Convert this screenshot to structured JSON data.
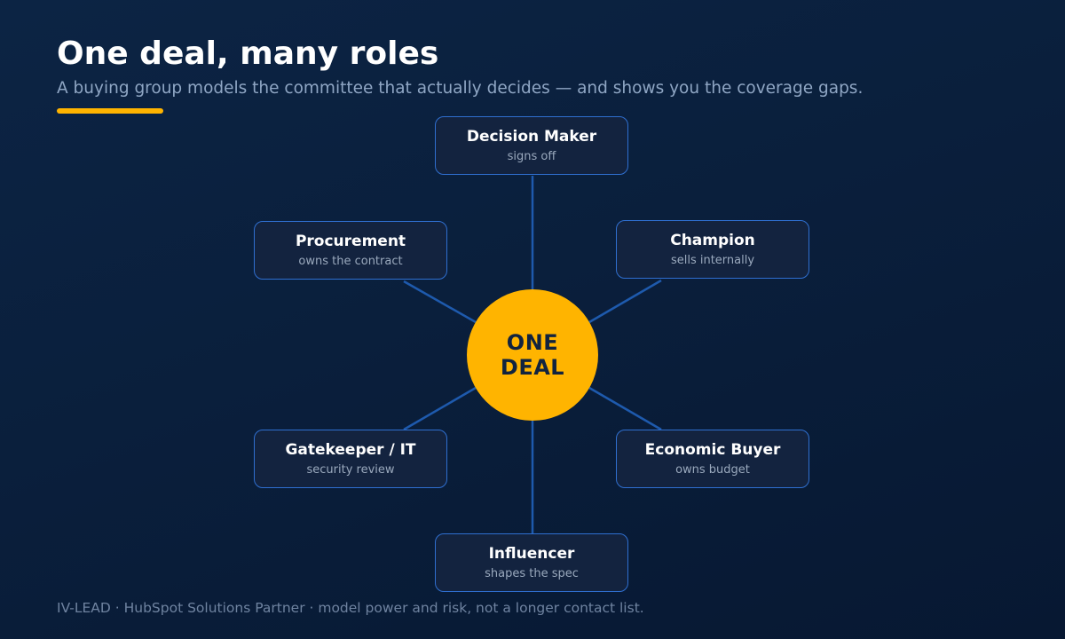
{
  "header": {
    "title": "One deal, many roles",
    "subtitle": "A buying group models the committee that actually decides — and shows you the coverage gaps."
  },
  "hub": {
    "line1": "ONE",
    "line2": "DEAL"
  },
  "roles": [
    {
      "name": "Decision Maker",
      "desc": "signs off"
    },
    {
      "name": "Champion",
      "desc": "sells internally"
    },
    {
      "name": "Economic Buyer",
      "desc": "owns budget"
    },
    {
      "name": "Influencer",
      "desc": "shapes the spec"
    },
    {
      "name": "Gatekeeper / IT",
      "desc": "security review"
    },
    {
      "name": "Procurement",
      "desc": "owns the contract"
    }
  ],
  "footer": {
    "text": "IV-LEAD · HubSpot Solutions Partner · model power and risk, not a longer contact list."
  },
  "colors": {
    "background": "#0a1f3c",
    "accent": "#ffb400",
    "box_border": "#2f6fd0",
    "box_fill": "#13233f",
    "connector": "#1e5aad"
  }
}
